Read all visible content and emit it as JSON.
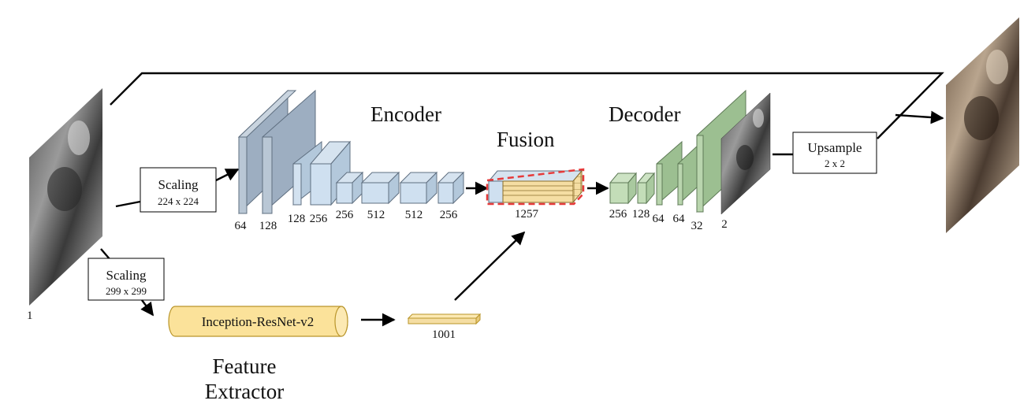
{
  "titles": {
    "encoder": "Encoder",
    "fusion": "Fusion",
    "decoder": "Decoder",
    "feature_line1": "Feature",
    "feature_line2": "Extractor"
  },
  "boxes": {
    "scaling_top": {
      "line1": "Scaling",
      "line2": "224 x 224"
    },
    "scaling_bottom": {
      "line1": "Scaling",
      "line2": "299 x 299"
    },
    "upsample": {
      "line1": "Upsample",
      "line2": "2 x 2"
    },
    "inception": "Inception-ResNet-v2"
  },
  "input_label": "1",
  "encoder_labels": [
    "64",
    "128",
    "128",
    "256",
    "256",
    "512",
    "512",
    "256"
  ],
  "fusion_label": "1257",
  "decoder_labels": [
    "256",
    "128",
    "64",
    "64",
    "32",
    "2"
  ],
  "feature_vector_label": "1001",
  "colors": {
    "encoder_dark": "#a9b8c8",
    "encoder_light": "#cfe0f0",
    "decoder": "#a3c49a",
    "decoder_light": "#c3ddb8",
    "fusion": "#f5dea3",
    "fusion_border": "#e63a3a",
    "inception": "#fbe29a"
  },
  "icons": {
    "input_image": "grayscale-koala-photo",
    "decoder_image": "grayscale-koala-photo",
    "output_image": "color-koala-photo"
  }
}
